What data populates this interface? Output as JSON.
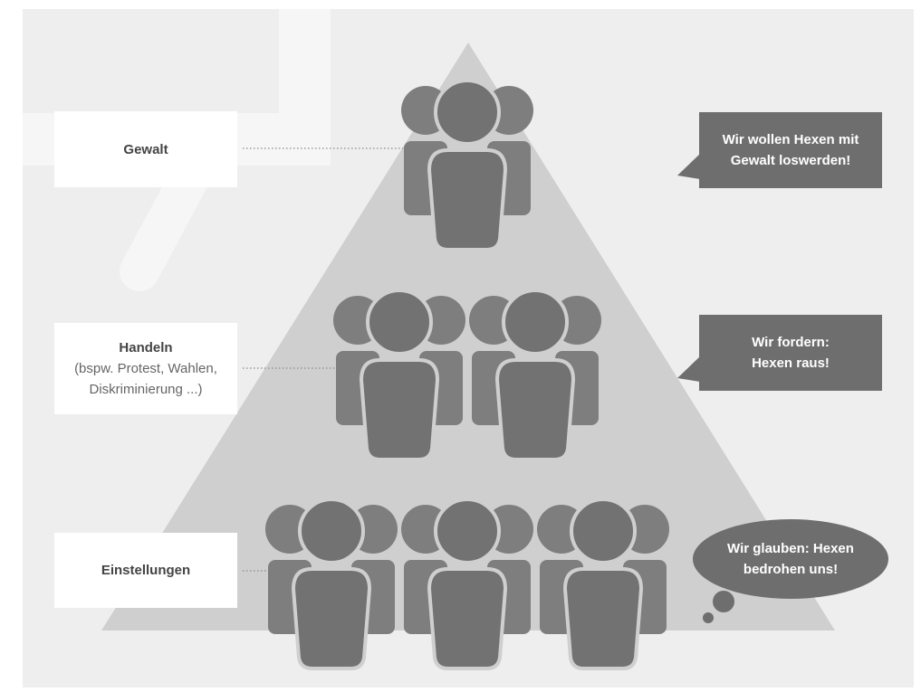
{
  "colors": {
    "background": "#eeeeee",
    "pyramid": "#cfcfcf",
    "people": "#7e7e7e",
    "people_front": "#727272",
    "bubble": "#6e6e6e",
    "label_box": "#ffffff"
  },
  "levels": [
    {
      "id": "gewalt",
      "title": "Gewalt",
      "subtitle_lines": [],
      "people_groups": 1,
      "statement_lines": [
        "Wir wollen Hexen mit",
        "Gewalt loswerden!"
      ],
      "bubble_style": "speech"
    },
    {
      "id": "handeln",
      "title": "Handeln",
      "subtitle_lines": [
        "(bspw. Protest, Wahlen,",
        "Diskriminierung ...)"
      ],
      "people_groups": 2,
      "statement_lines": [
        "Wir fordern:",
        "Hexen raus!"
      ],
      "bubble_style": "speech"
    },
    {
      "id": "einstellungen",
      "title": "Einstellungen",
      "subtitle_lines": [],
      "people_groups": 3,
      "statement_lines": [
        "Wir glauben: Hexen",
        "bedrohen uns!"
      ],
      "bubble_style": "thought"
    }
  ]
}
